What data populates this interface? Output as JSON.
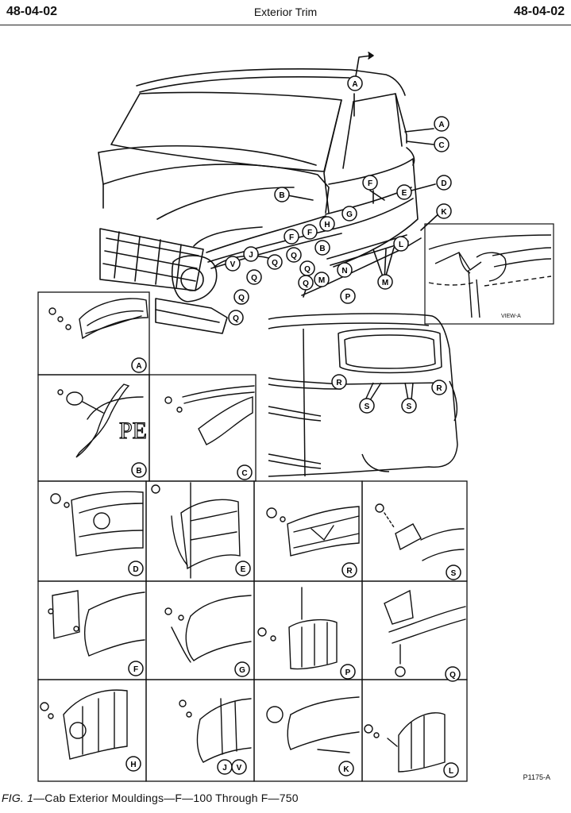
{
  "header": {
    "section_left": "48-04-02",
    "title": "Exterior Trim",
    "section_right": "48-04-02"
  },
  "overview_callouts": [
    "A",
    "A",
    "C",
    "D",
    "E",
    "F",
    "B",
    "G",
    "H",
    "K",
    "F",
    "F",
    "J",
    "V",
    "B",
    "Q",
    "Q",
    "Q",
    "L",
    "N",
    "M",
    "Q",
    "M",
    "P",
    "Q",
    "Q",
    "Q"
  ],
  "rear_callouts": [
    "R",
    "R",
    "S",
    "S"
  ],
  "view_label": "VIEW-A",
  "detail_panels": [
    {
      "label": "A"
    },
    {
      "label": "B"
    },
    {
      "label": "C"
    },
    {
      "label": "D"
    },
    {
      "label": "E"
    },
    {
      "label": "R"
    },
    {
      "label": "S"
    },
    {
      "label": "F"
    },
    {
      "label": "G"
    },
    {
      "label": "P"
    },
    {
      "label": "Q"
    },
    {
      "label": "H"
    },
    {
      "label": "J"
    },
    {
      "label": "V"
    },
    {
      "label": "K"
    },
    {
      "label": "L"
    }
  ],
  "emblem_text": "PE",
  "figure_code": "P1175-A",
  "caption": {
    "fig_no": "FIG. 1",
    "text": "—Cab Exterior Mouldings—F—100 Through F—750"
  }
}
